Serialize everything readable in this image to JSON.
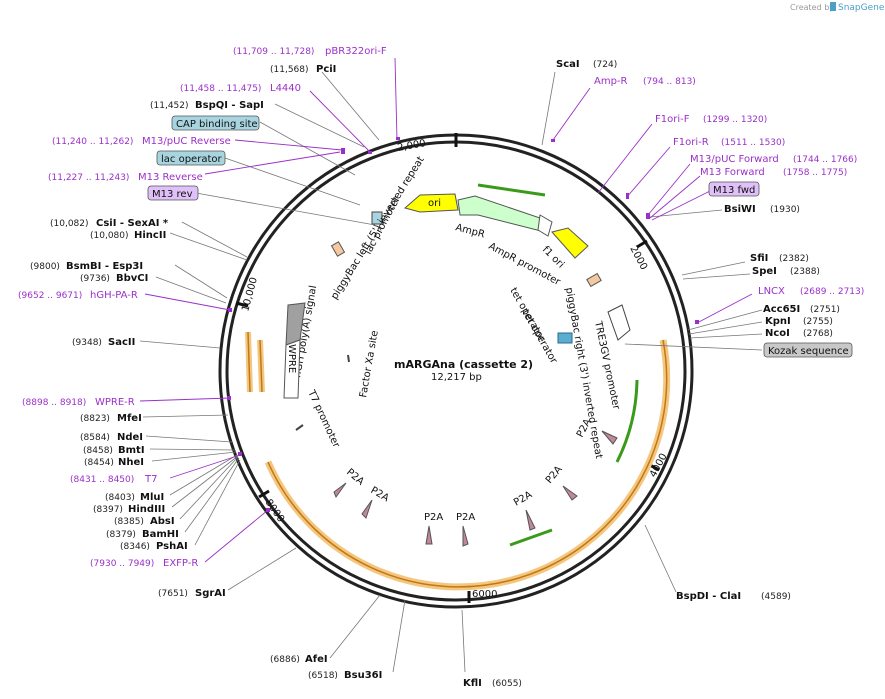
{
  "credit": {
    "text": "Created by",
    "brand": "SnapGene"
  },
  "plasmid": {
    "name": "mARGAna (cassette 2)",
    "length": "12,217 bp"
  },
  "ticks": [
    "2,000",
    "2000",
    "4000",
    "6000",
    "8000",
    "10,000"
  ],
  "enzymes": [
    {
      "name": "ScaI",
      "pos": "(724)"
    },
    {
      "name": "BsiWI",
      "pos": "(1930)"
    },
    {
      "name": "SfiI",
      "pos": "(2382)"
    },
    {
      "name": "SpeI",
      "pos": "(2388)"
    },
    {
      "name": "Acc65I",
      "pos": "(2751)"
    },
    {
      "name": "KpnI",
      "pos": "(2755)"
    },
    {
      "name": "NcoI",
      "pos": "(2768)"
    },
    {
      "name": "BspDI  -  ClaI",
      "pos": "(4589)"
    },
    {
      "name": "KflI",
      "pos": "(6055)"
    },
    {
      "name": "Bsu36I",
      "pos": "(6518)"
    },
    {
      "name": "AfeI",
      "pos": "(6886)"
    },
    {
      "name": "SgrAI",
      "pos": "(7651)"
    },
    {
      "name": "PshAI",
      "pos": "(8346)"
    },
    {
      "name": "BamHI",
      "pos": "(8379)"
    },
    {
      "name": "AbsI",
      "pos": "(8385)"
    },
    {
      "name": "HindIII",
      "pos": "(8397)"
    },
    {
      "name": "MluI",
      "pos": "(8403)"
    },
    {
      "name": "NheI",
      "pos": "(8454)"
    },
    {
      "name": "BmtI",
      "pos": "(8458)"
    },
    {
      "name": "NdeI",
      "pos": "(8584)"
    },
    {
      "name": "MfeI",
      "pos": "(8823)"
    },
    {
      "name": "SacII",
      "pos": "(9348)"
    },
    {
      "name": "BbvCI",
      "pos": "(9736)"
    },
    {
      "name": "BsmBI  -  Esp3I",
      "pos": "(9800)"
    },
    {
      "name": "HincII",
      "pos": "(10,080)"
    },
    {
      "name": "CsiI  -  SexAI *",
      "pos": "(10,082)"
    },
    {
      "name": "BspQI  -  SapI",
      "pos": "(11,452)"
    },
    {
      "name": "PciI",
      "pos": "(11,568)"
    }
  ],
  "primers": [
    {
      "name": "pBR322ori-F",
      "pos": "(11,709 .. 11,728)"
    },
    {
      "name": "L4440",
      "pos": "(11,458 .. 11,475)"
    },
    {
      "name": "M13/pUC Reverse",
      "pos": "(11,240 .. 11,262)"
    },
    {
      "name": "M13 Reverse",
      "pos": "(11,227 .. 11,243)"
    },
    {
      "name": "Amp-R",
      "pos": "(794 .. 813)"
    },
    {
      "name": "F1ori-F",
      "pos": "(1299 .. 1320)"
    },
    {
      "name": "F1ori-R",
      "pos": "(1511 .. 1530)"
    },
    {
      "name": "M13/pUC Forward",
      "pos": "(1744 .. 1766)"
    },
    {
      "name": "M13 Forward",
      "pos": "(1758 .. 1775)"
    },
    {
      "name": "LNCX",
      "pos": "(2689 .. 2713)"
    },
    {
      "name": "hGH-PA-R",
      "pos": "(9652 .. 9671)"
    },
    {
      "name": "WPRE-R",
      "pos": "(8898 .. 8918)"
    },
    {
      "name": "T7",
      "pos": "(8431 .. 8450)"
    },
    {
      "name": "EXFP-R",
      "pos": "(7930 .. 7949)"
    }
  ],
  "boxes": {
    "cap": "CAP binding site",
    "lacop": "lac operator",
    "m13rev": "M13 rev",
    "m13fwd": "M13 fwd",
    "kozak": "Kozak sequence"
  },
  "features": {
    "ori": "ori",
    "ampr": "AmpR",
    "ampr_promoter": "AmpR promoter",
    "f1ori": "f1 ori",
    "lac_promoter": "lac promoter",
    "pb_left": "piggyBac left (5') inverted repeat",
    "hgh": "hGH poly(A) signal",
    "wpre": "WPRE",
    "factor_xa": "Factor Xa site",
    "t7_promoter": "T7 promoter",
    "tet_op1": "tet operator",
    "tet_op2": "tet operator",
    "tre3gv": "TRE3GV promoter",
    "pb_right": "piggyBac right (3') inverted repeat",
    "p2a": "P2A"
  },
  "colors": {
    "backbone": "#222222",
    "primer": "#9b30c8",
    "ori": "#ffff00",
    "ampr": "#ccffcc",
    "orf_highlight": "#f5c77e",
    "p2a": "#c08898",
    "wpre": "#a0a0a0",
    "box_blue": "#a8d4e0",
    "box_purple": "#e0c0f8",
    "box_gray": "#c8c8c8",
    "arrow_green": "#3a9a1a"
  }
}
